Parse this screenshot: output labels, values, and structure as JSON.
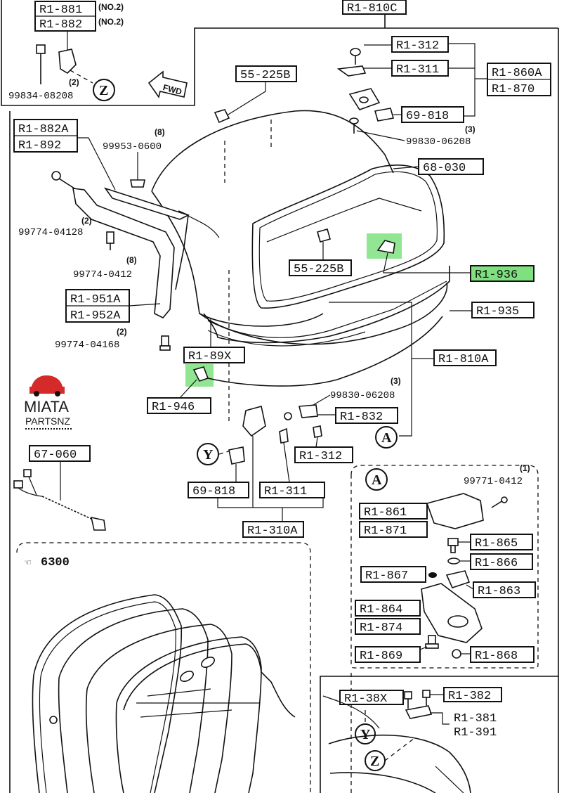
{
  "labels": {
    "r1_881": "R1-881",
    "r1_882": "R1-882",
    "no2_a": "(NO.2)",
    "no2_b": "(NO.2)",
    "p99834": "99834-08208",
    "qty2_top": "(2)",
    "r1_810c": "R1-810C",
    "r1_312_top": "R1-312",
    "r1_311_top": "R1-311",
    "r1_860a": "R1-860A",
    "r1_870": "R1-870",
    "c55_225b_top": "55-225B",
    "c69_818_top": "69-818",
    "qty3_top": "(3)",
    "p99830_top": "99830-06208",
    "r1_882a": "R1-882A",
    "r1_892": "R1-892",
    "qty8_a": "(8)",
    "p99953": "99953-0600",
    "c68_030": "68-030",
    "qty2_b": "(2)",
    "p99774_04128": "99774-04128",
    "qty8_b": "(8)",
    "p99774_0412": "99774-0412",
    "c55_225b_mid": "55-225B",
    "r1_936": "R1-936",
    "r1_951a": "R1-951A",
    "r1_952a": "R1-952A",
    "r1_935": "R1-935",
    "qty2_c": "(2)",
    "p99774_04168": "99774-04168",
    "r1_89x": "R1-89X",
    "r1_810a": "R1-810A",
    "qty3_mid": "(3)",
    "p99830_mid": "99830-06208",
    "r1_946": "R1-946",
    "r1_832": "R1-832",
    "c67_060": "67-060",
    "r1_312_mid": "R1-312",
    "c69_818_mid": "69-818",
    "r1_311_mid": "R1-311",
    "r1_310a": "R1-310A",
    "ref6300": "6300",
    "qty1": "(1)",
    "p99771": "99771-0412",
    "r1_861": "R1-861",
    "r1_871": "R1-871",
    "r1_865": "R1-865",
    "r1_866": "R1-866",
    "r1_867": "R1-867",
    "r1_863": "R1-863",
    "r1_864": "R1-864",
    "r1_874": "R1-874",
    "r1_869": "R1-869",
    "r1_868": "R1-868",
    "r1_38x": "R1-38X",
    "r1_382": "R1-382",
    "r1_381": "R1-381",
    "r1_391": "R1-391",
    "fwd": "FWD"
  },
  "callouts": {
    "z": "Z",
    "y": "Y",
    "a": "A"
  },
  "brand": {
    "name": "MIATA",
    "sub": "PARTSNZ",
    "accent": "#d42a2a"
  },
  "highlight": {
    "color": "#7fe07f",
    "parts": [
      "R1-936",
      "R1-946"
    ]
  }
}
